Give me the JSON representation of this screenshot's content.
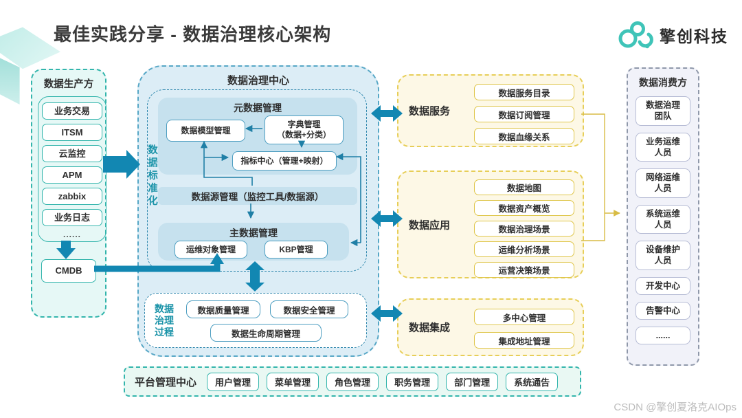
{
  "slide_title": "最佳实践分享 - 数据治理核心架构",
  "logo": {
    "company": "擎创科技"
  },
  "watermark": "CSDN @擎创夏洛克AIOps",
  "producers": {
    "title": "数据生产方",
    "items": [
      "业务交易",
      "ITSM",
      "云监控",
      "APM",
      "zabbix",
      "业务日志"
    ],
    "ellipsis": "......",
    "cmdb": "CMDB"
  },
  "governance": {
    "title": "数据治理中心",
    "standardization": "数据标准化",
    "metadata": {
      "title": "元数据管理",
      "model": "数据模型管理",
      "dictionary": [
        "字典管理",
        "（数据+分类）"
      ],
      "indicator": "指标中心（管理+映射）"
    },
    "datasource": "数据源管理（监控工具/数据源）",
    "master": {
      "title": "主数据管理",
      "items": [
        "运维对象管理",
        "KBP管理"
      ]
    },
    "process": {
      "label": [
        "数据",
        "治理",
        "过程"
      ],
      "items": [
        "数据质量管理",
        "数据安全管理",
        "数据生命周期管理"
      ]
    }
  },
  "services": {
    "title": "数据服务",
    "items": [
      "数据服务目录",
      "数据订阅管理",
      "数据血缘关系"
    ]
  },
  "applications": {
    "title": "数据应用",
    "items": [
      "数据地图",
      "数据资产概览",
      "数据治理场景",
      "运维分析场景",
      "运营决策场景"
    ]
  },
  "integration": {
    "title": "数据集成",
    "items": [
      "多中心管理",
      "集成地址管理"
    ]
  },
  "consumers": {
    "title": "数据消费方",
    "items": [
      [
        "数据治理",
        "团队"
      ],
      [
        "业务运维",
        "人员"
      ],
      [
        "网络运维",
        "人员"
      ],
      [
        "系统运维",
        "人员"
      ],
      [
        "设备维护",
        "人员"
      ],
      [
        "开发中心"
      ],
      [
        "告警中心"
      ],
      [
        "......"
      ]
    ]
  },
  "platform": {
    "title": "平台管理中心",
    "items": [
      "用户管理",
      "菜单管理",
      "角色管理",
      "职务管理",
      "部门管理",
      "系统通告"
    ]
  },
  "colors": {
    "teal": "#33b5ac",
    "arrow-blue": "#1287b2",
    "line-blue": "#1f7fa6",
    "producer-bg": "#e6f8f6",
    "center-bg": "#dcedf6",
    "center-border": "#57a7c6",
    "block-bg": "#c6e1ee",
    "pill-border-blue": "#4c9dc0",
    "std-label": "#1a93a8",
    "yellow-border": "#e7ce58",
    "yellow-bg": "#fdf8e6",
    "yellow-pill-border": "#dfc64a",
    "yellow-line": "#d8bc45",
    "consumer-border": "#8f98aa",
    "consumer-bg": "#f1f2f9",
    "consumer-pill-border": "#b5bbd4",
    "platform-bg": "#e9f8f3",
    "logo-teal": "#3fc4b8",
    "text-dark": "#2e2e2e"
  }
}
